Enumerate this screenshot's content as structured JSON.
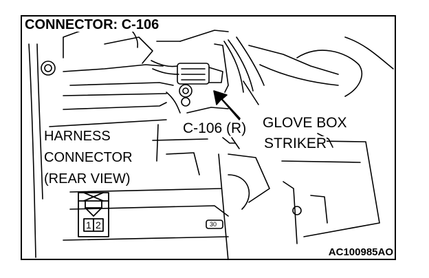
{
  "title": "CONNECTOR: C-106",
  "harness_label": {
    "line1": "HARNESS",
    "line2": "CONNECTOR",
    "line3": "(REAR VIEW)"
  },
  "callouts": {
    "connector_id": "C-106 (R)",
    "glove_box_striker_line1": "GLOVE BOX",
    "glove_box_striker_line2": "STRIKER"
  },
  "connector_pins": [
    "1",
    "2"
  ],
  "small_tag": "30",
  "figure_code": "AC100985AO"
}
